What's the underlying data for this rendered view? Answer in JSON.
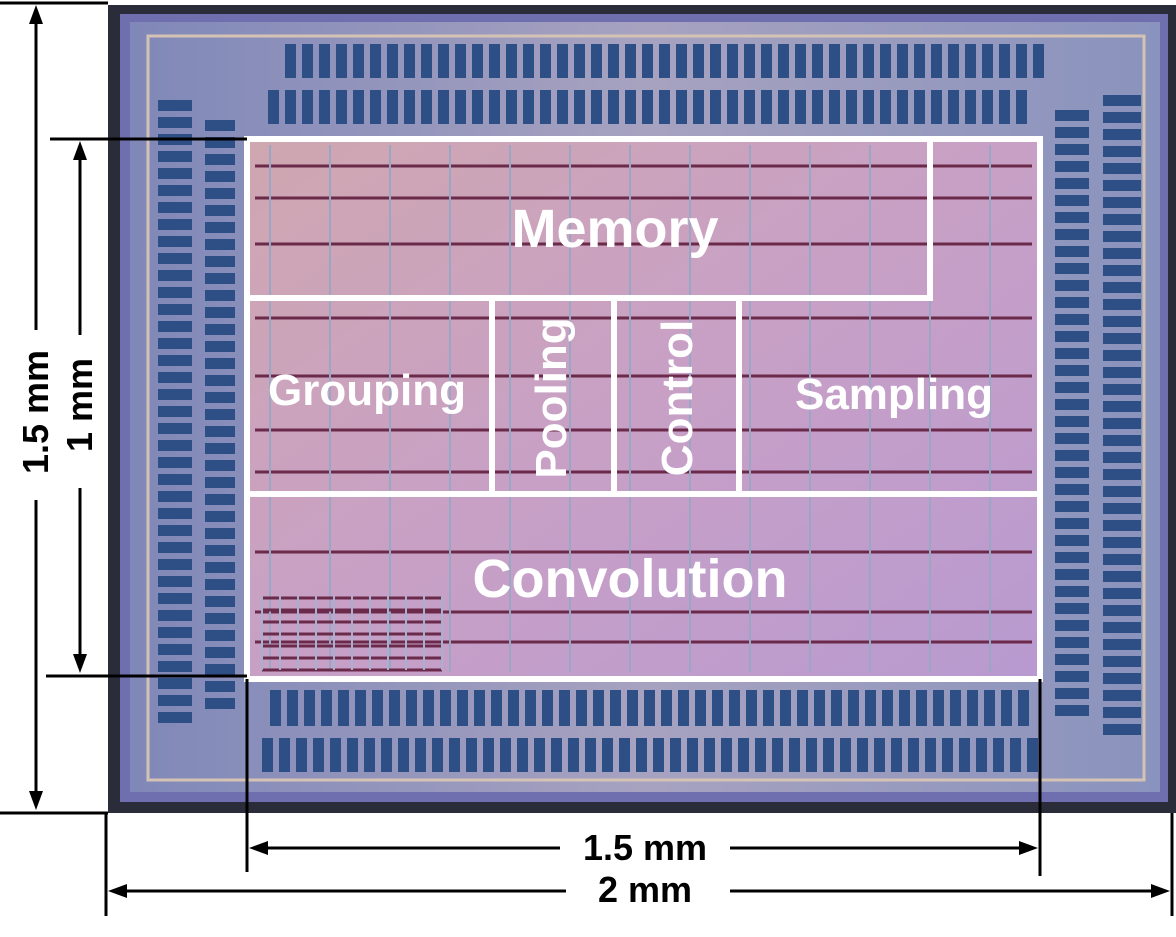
{
  "blocks": {
    "memory": "Memory",
    "grouping": "Grouping",
    "pooling": "Pooling",
    "control": "Control",
    "sampling": "Sampling",
    "convolution": "Convolution"
  },
  "dimensions": {
    "die_height": "1.5 mm",
    "core_height": "1 mm",
    "core_width": "1.5 mm",
    "die_width": "2 mm"
  },
  "colors": {
    "die_border": "#3a3a4a",
    "pad_ring": "#8d8fb3",
    "pad": "#2e4e86",
    "core_fill": "#c9a3c4",
    "core_line": "#6b2a4a",
    "block_outline": "#ffffff",
    "dimension_line": "#000000"
  }
}
